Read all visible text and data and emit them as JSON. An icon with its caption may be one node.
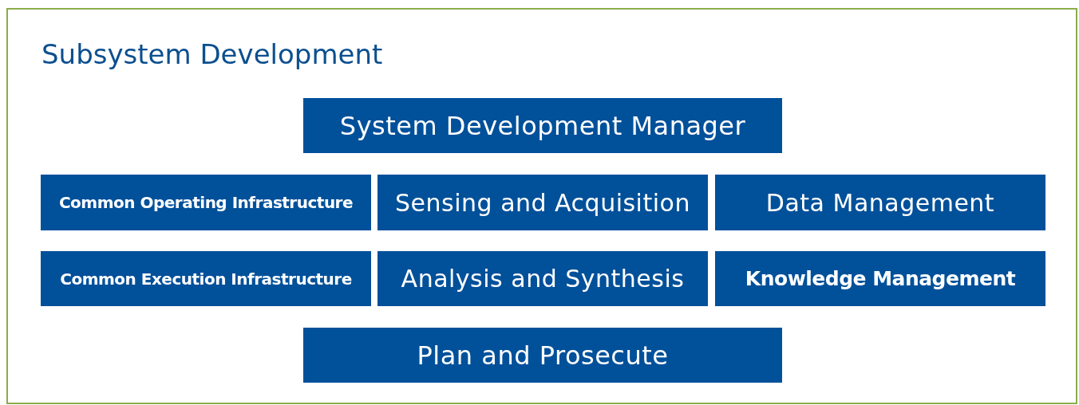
{
  "diagram": {
    "nodes": [
      {
        "text": [
          "Subsystem Development"
        ]
      },
      {
        "text": [
          "System Development Manager"
        ],
        "in": 0
      },
      {
        "text": [
          "Common Operating Infrastructure"
        ],
        "in": 0
      },
      {
        "text": [
          "Sensing and Acquisition"
        ],
        "in": 0
      },
      {
        "text": [
          "Data Management"
        ],
        "in": 0
      },
      {
        "text": [
          "Common Execution Infrastructure"
        ],
        "in": 0
      },
      {
        "text": [
          "Analysis and Synthesis"
        ],
        "in": 0
      },
      {
        "text": [
          "Knowledge Management"
        ],
        "in": 0
      },
      {
        "text": [
          "Plan and Prosecute"
        ],
        "in": 0
      }
    ],
    "edges": []
  }
}
